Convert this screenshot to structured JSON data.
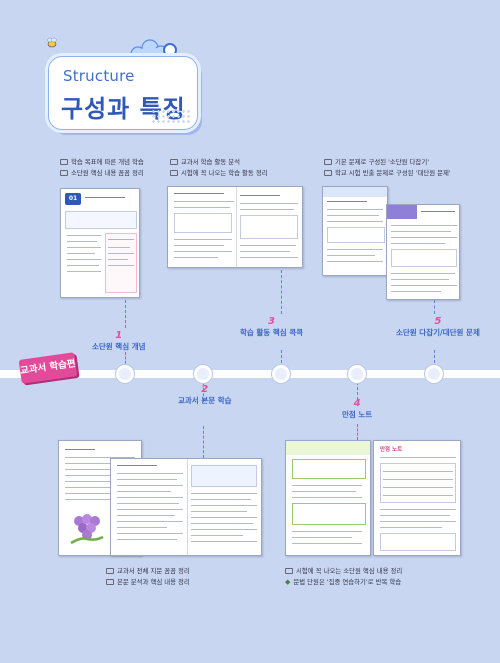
{
  "title": {
    "en": "Structure",
    "ko": "구성과 특징"
  },
  "section_tag": "교과서 학습편",
  "timeline": {
    "above": [
      {
        "num": "1",
        "label": "소단원 핵심 개념"
      },
      {
        "num": "3",
        "label": "학습 활동 핵심 콕콕"
      },
      {
        "num": "5",
        "label": "소단원 다잡기/대단원 문제"
      }
    ],
    "below": [
      {
        "num": "2",
        "label": "교과서 본문 학습"
      },
      {
        "num": "4",
        "label": "만점 노트"
      }
    ]
  },
  "captions": {
    "c1": [
      "학습 목표에 따른 개념 학습",
      "소단원 핵심 내용 꼼꼼 정리"
    ],
    "c3": [
      "교과서 학습 활동 분석",
      "시험에 꼭 나오는 학습 활동 정리"
    ],
    "c5": [
      "기본 문제로 구성된 '소단원 다잡기'",
      "학교 시험 빈출 문제로 구성된 '대단원 문제'"
    ],
    "c2": [
      "교과서 전체 지문 꼼꼼 정리",
      "본문 분석과 핵심 내용 정리"
    ],
    "c4": [
      "시험에 꼭 나오는 소단원 핵심 내용 정리",
      "문법 단원은 '집중 연습하기'로 반복 학습"
    ]
  },
  "thumb": {
    "chapter_badge": "01",
    "note_title": "만점 노트"
  },
  "colors": {
    "accent": "#e14b9a",
    "blue": "#3a66c6",
    "background": "#c9d6f2"
  }
}
